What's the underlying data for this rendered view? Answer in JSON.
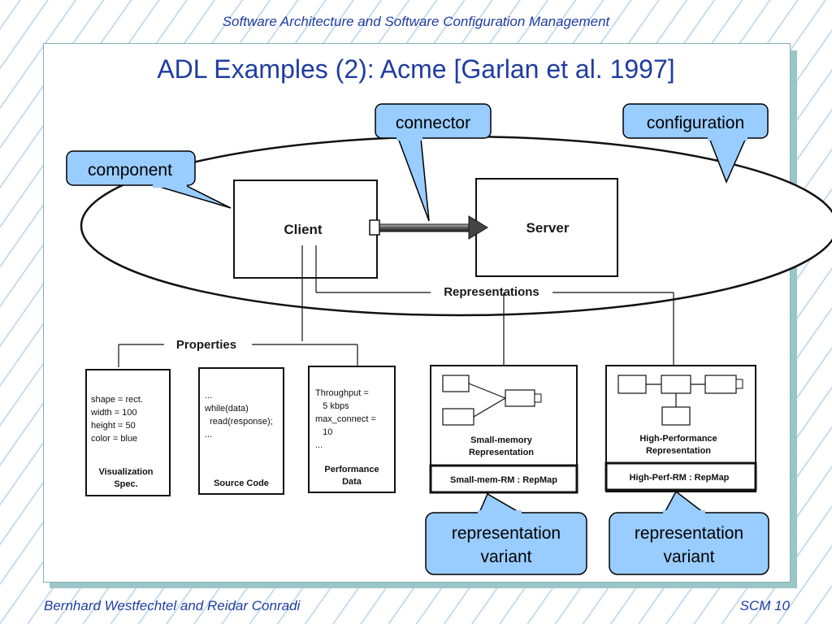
{
  "slide": {
    "header": "Software Architecture and Software Configuration Management",
    "title": "ADL Examples (2): Acme [Garlan et al. 1997]",
    "footer_left": "Bernhard Westfechtel and Reidar Conradi",
    "footer_right": "SCM 10"
  },
  "colors": {
    "accent": "#1f3da1",
    "callout_fill": "#99ccff",
    "panel_shadow": "#9ac6c8"
  },
  "callouts": {
    "component": "component",
    "connector": "connector",
    "configuration": "configuration",
    "variant1_line1": "representation",
    "variant1_line2": "variant",
    "variant2_line1": "representation",
    "variant2_line2": "variant"
  },
  "diagram": {
    "client": "Client",
    "server": "Server",
    "representations": "Representations",
    "properties": "Properties",
    "visualization": {
      "lines": [
        "shape = rect.",
        "width = 100",
        "height = 50",
        "color = blue"
      ],
      "caption1": "Visualization",
      "caption2": "Spec."
    },
    "source": {
      "lines": [
        "...",
        "while(data)",
        "  read(response);",
        "..."
      ],
      "caption": "Source Code"
    },
    "performance": {
      "lines": [
        "Throughput =",
        "   5 kbps",
        "max_connect =",
        "   10",
        "..."
      ],
      "caption1": "Performance",
      "caption2": "Data"
    },
    "small_mem": {
      "caption1": "Small-memory",
      "caption2": "Representation",
      "repmap": "Small-mem-RM : RepMap"
    },
    "high_perf": {
      "caption1": "High-Performance",
      "caption2": "Representation",
      "repmap": "High-Perf-RM : RepMap"
    }
  }
}
